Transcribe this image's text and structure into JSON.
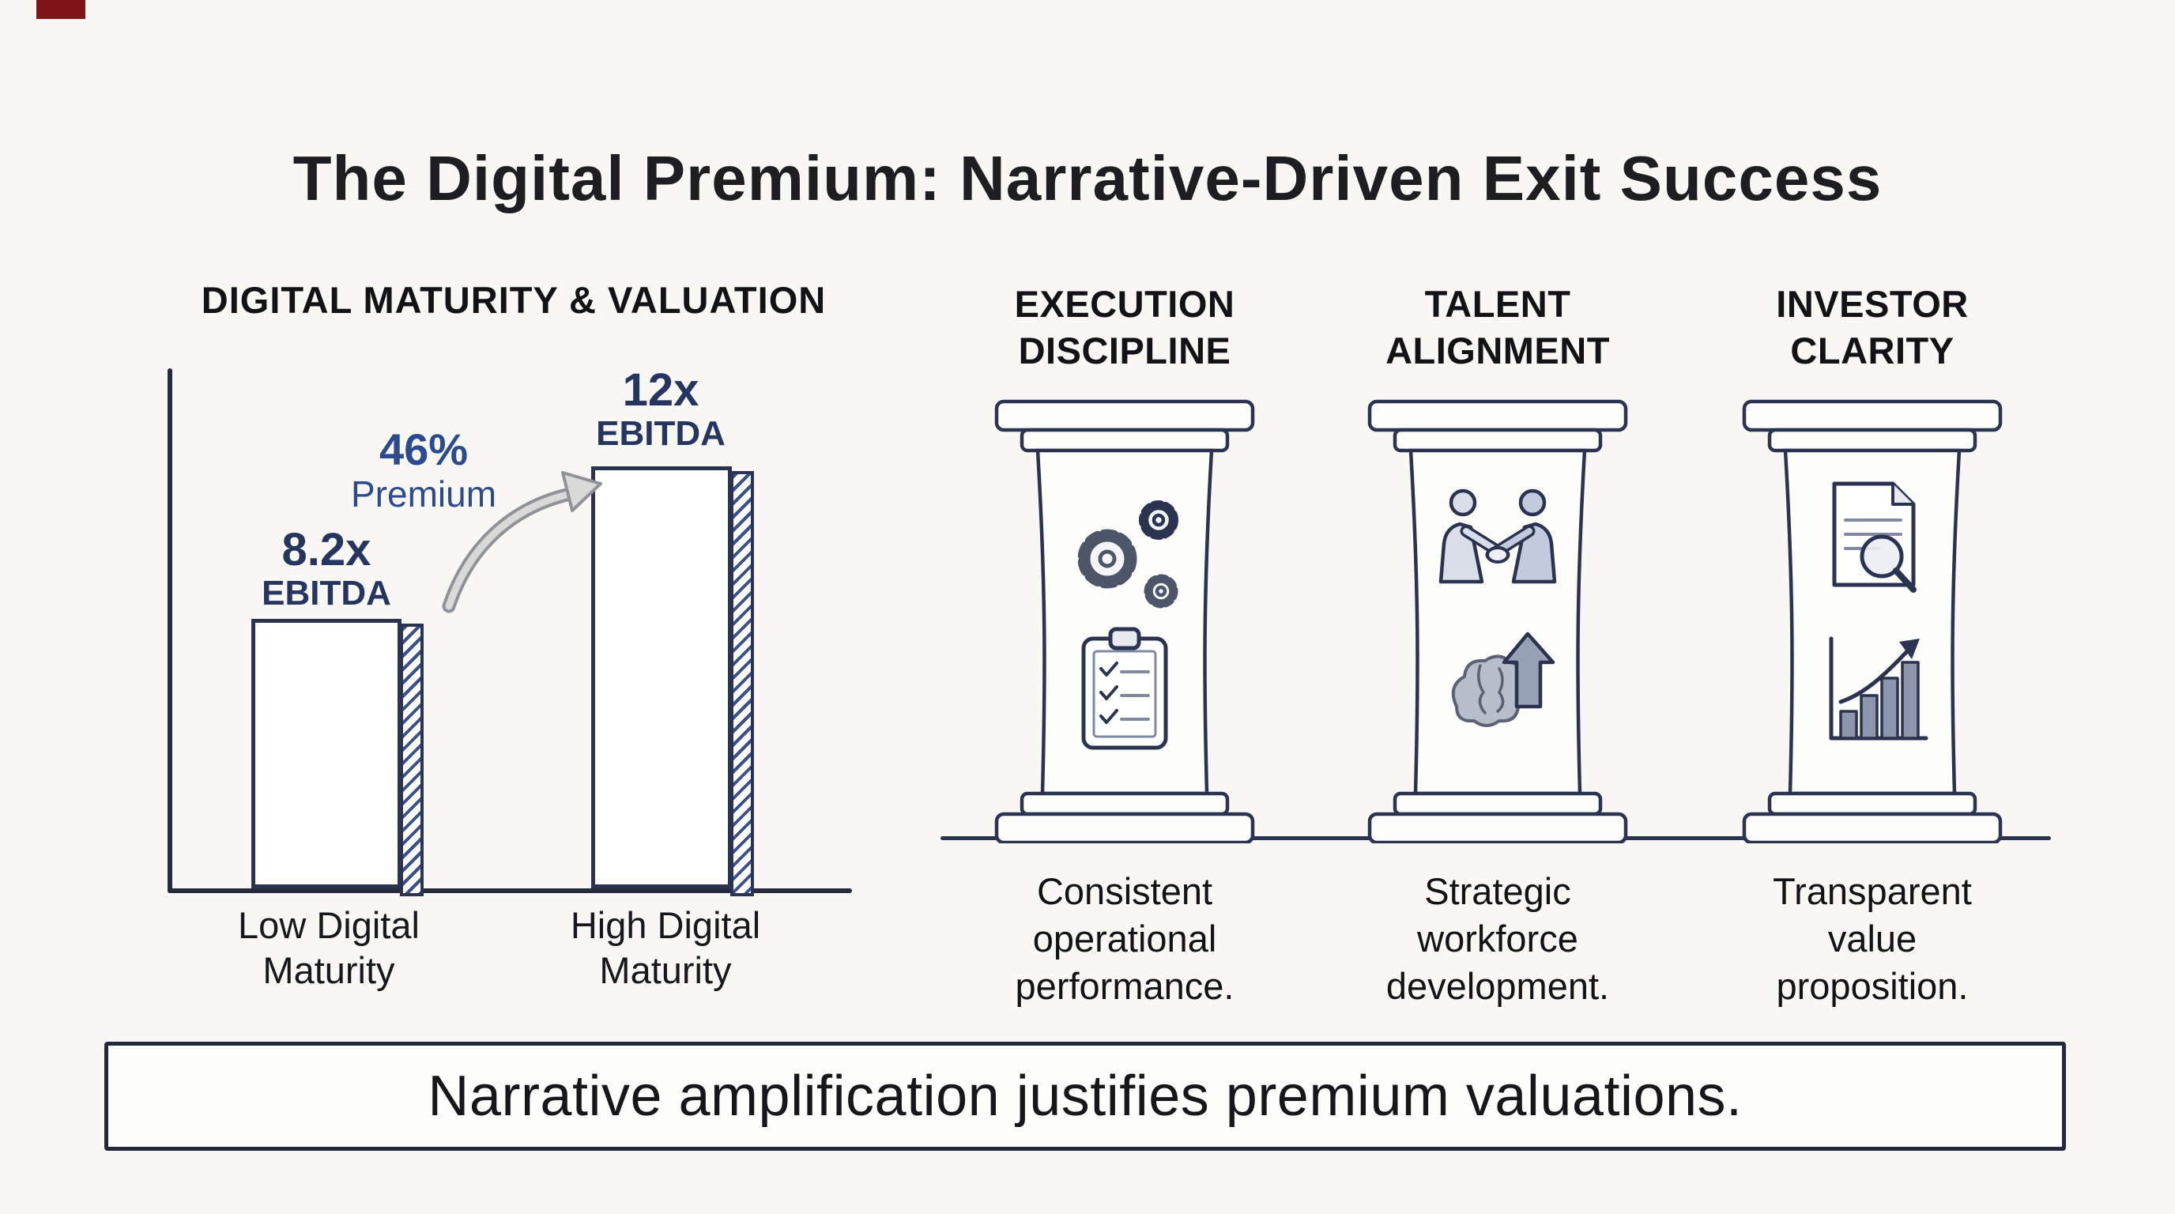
{
  "page": {
    "title": "The Digital Premium: Narrative-Driven Exit Success",
    "banner_text": "Narrative amplification justifies premium valuations."
  },
  "chart_data": {
    "type": "bar",
    "title": "DIGITAL MATURITY & VALUATION",
    "categories": [
      "Low Digital\nMaturity",
      "High Digital\nMaturity"
    ],
    "values": [
      8.2,
      12
    ],
    "value_unit": "EBITDA",
    "bars": [
      {
        "category": "Low Digital\nMaturity",
        "value": 8.2,
        "value_label": "8.2x",
        "unit_label": "EBITDA"
      },
      {
        "category": "High Digital\nMaturity",
        "value": 12,
        "value_label": "12x",
        "unit_label": "EBITDA"
      }
    ],
    "annotation": {
      "pct": "46%",
      "word": "Premium"
    },
    "xlabel": "",
    "ylabel": "",
    "ylim": [
      0,
      13
    ],
    "grid": false,
    "legend": false
  },
  "pillars": [
    {
      "title": "EXECUTION\nDISCIPLINE",
      "icons": [
        "gears-icon",
        "clipboard-checklist-icon"
      ],
      "caption": "Consistent\noperational\nperformance."
    },
    {
      "title": "TALENT\nALIGNMENT",
      "icons": [
        "handshake-icon",
        "brain-growth-icon"
      ],
      "caption": "Strategic\nworkforce\ndevelopment."
    },
    {
      "title": "INVESTOR\nCLARITY",
      "icons": [
        "document-magnifier-icon",
        "growth-chart-icon"
      ],
      "caption": "Transparent\nvalue\nproposition."
    }
  ],
  "colors": {
    "background": "#f8f7f4",
    "ink": "#2a3350",
    "value_label_blue": "#24355f",
    "annotation_blue": "#2b4a8f",
    "arrow_gray": "#8f9298",
    "banner_background": "#fdfdfc",
    "corner_mark_red": "#7d1519"
  }
}
